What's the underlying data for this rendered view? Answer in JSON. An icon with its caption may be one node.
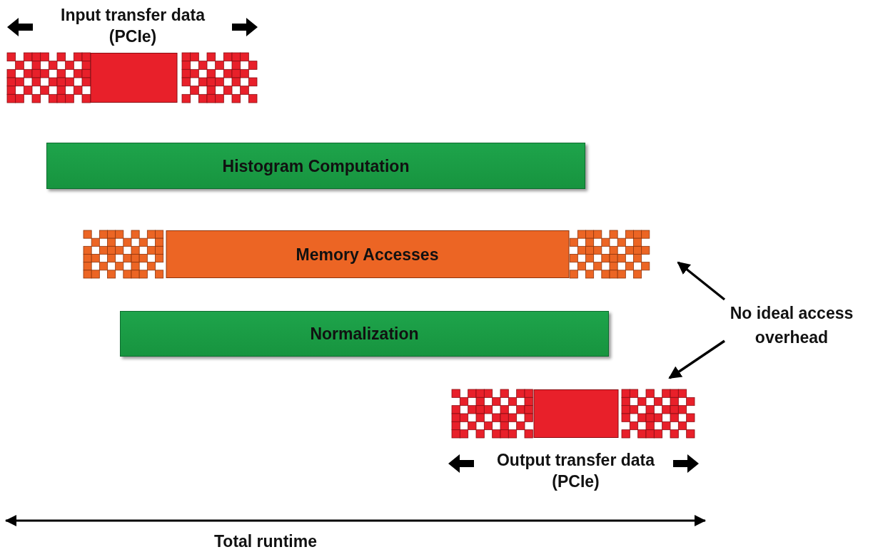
{
  "diagram": {
    "nodes": [
      {
        "text": [
          "Input transfer data (PCIe)"
        ]
      },
      {
        "text": [
          "Histogram Computation"
        ]
      },
      {
        "text": [
          "Memory Accesses"
        ]
      },
      {
        "text": [
          "Normalization"
        ]
      },
      {
        "text": [
          "Output transfer data (PCIe)"
        ]
      },
      {
        "text": [
          "No ideal access overhead"
        ]
      }
    ],
    "edges": [
      {
        "from": 5,
        "to": 2,
        "arrow": "to"
      },
      {
        "from": 5,
        "to": 4,
        "arrow": "to"
      }
    ],
    "labels": [
      "Total runtime"
    ]
  }
}
